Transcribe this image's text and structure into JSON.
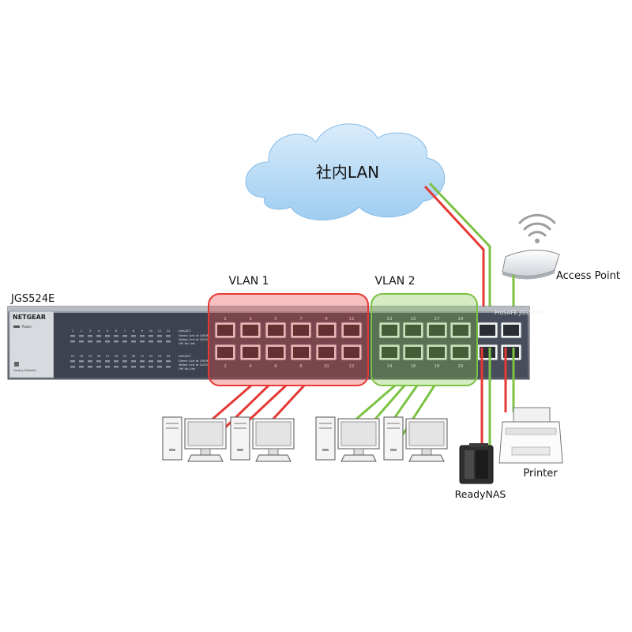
{
  "network": {
    "label": "社内LAN"
  },
  "switch": {
    "model": "JGS524E",
    "brand": "NETGEAR",
    "series_badge": "ProSAFE JGS524E",
    "power_label": "Power",
    "reset_label": "Factory Defaults",
    "legend": {
      "row1_title": "Link/ACT",
      "row1_a": "Green: Link at 1000M",
      "row1_b": "Yellow: Link at 10/100M",
      "row1_c": "Off: No Link",
      "row2_title": "Link/ACT",
      "row2_a": "Green: Link at 1000M",
      "row2_b": "Yellow: Link at 10/100M",
      "row2_c": "Off: No Link"
    },
    "left_led_top": [
      "1",
      "2",
      "3",
      "4",
      "5",
      "6",
      "7",
      "8",
      "9",
      "10",
      "11",
      "12"
    ],
    "left_led_bottom": [
      "13",
      "14",
      "15",
      "16",
      "17",
      "18",
      "19",
      "20",
      "21",
      "22",
      "23",
      "24"
    ]
  },
  "vlan1": {
    "label": "VLAN 1",
    "top_ports": [
      "1",
      "3",
      "5",
      "7",
      "9",
      "11"
    ],
    "bottom_ports": [
      "2",
      "4",
      "6",
      "8",
      "10",
      "12"
    ],
    "color": "#e53935"
  },
  "vlan2": {
    "label": "VLAN 2",
    "top_ports": [
      "13",
      "15",
      "17",
      "19"
    ],
    "bottom_ports": [
      "14",
      "16",
      "18",
      "20"
    ],
    "color": "#7cc243"
  },
  "devices": {
    "access_point": "Access Point",
    "printer": "Printer",
    "nas": "ReadyNAS"
  }
}
